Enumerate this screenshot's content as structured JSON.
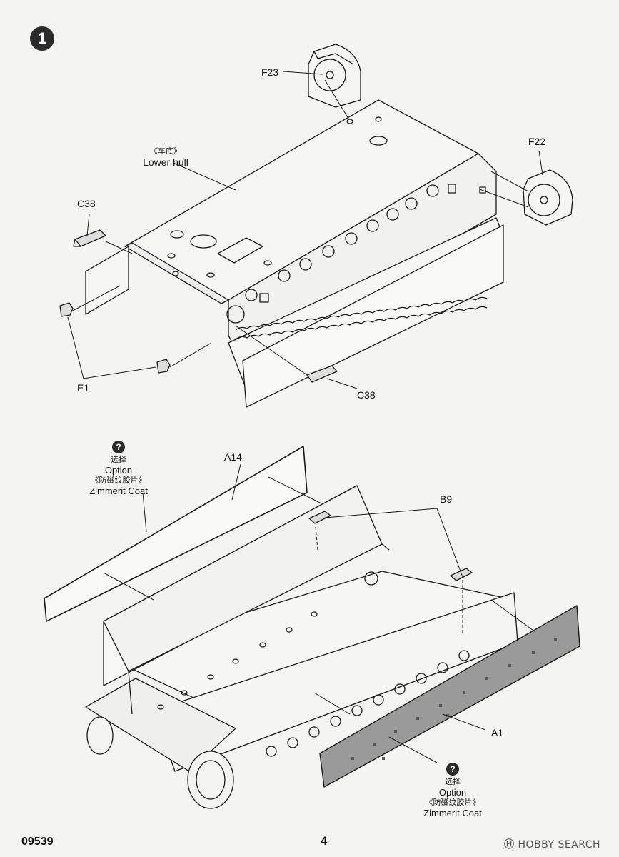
{
  "step": {
    "number": "1"
  },
  "upper_assembly": {
    "labels": {
      "f23": "F23",
      "f22": "F22",
      "c38_left": "C38",
      "c38_right": "C38",
      "e1": "E1",
      "lower_hull_cn": "《车底》",
      "lower_hull_en": "Lower hull"
    }
  },
  "lower_assembly": {
    "labels": {
      "a14": "A14",
      "b9": "B9",
      "a1": "A1"
    },
    "option_left": {
      "icon": "question-icon",
      "glyph": "?",
      "cn_choice": "选择",
      "en_choice": "Option",
      "cn_coat": "《防磁纹胶片》",
      "en_coat": "Zimmerit Coat"
    },
    "option_right": {
      "icon": "question-icon",
      "glyph": "?",
      "cn_choice": "选择",
      "en_choice": "Option",
      "cn_coat": "《防磁纹胶片》",
      "en_coat": "Zimmerit Coat"
    }
  },
  "footer": {
    "product_code": "09539",
    "page_number": "4",
    "watermark_mark": "Ⓗ",
    "watermark_text": "HOBBY SEARCH"
  },
  "colors": {
    "line": "#1a1a1a",
    "zimmerit_fill": "#9a9a9a",
    "paper": "#f4f4f2"
  }
}
